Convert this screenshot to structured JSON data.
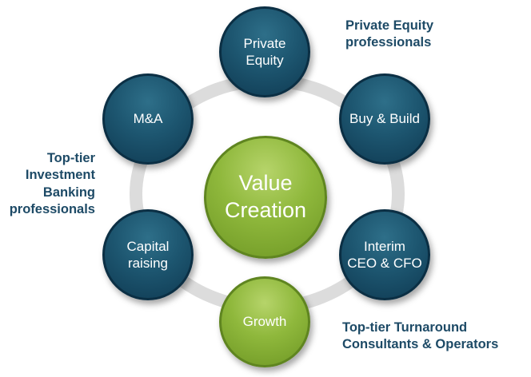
{
  "center": {
    "line1": "Value",
    "line2": "Creation"
  },
  "nodes": {
    "private_equity": {
      "line1": "Private",
      "line2": "Equity"
    },
    "buy_build": {
      "line1": "Buy & Build"
    },
    "interim": {
      "line1": "Interim",
      "line2": "CEO & CFO"
    },
    "growth": {
      "line1": "Growth"
    },
    "capital_raising": {
      "line1": "Capital",
      "line2": "raising"
    },
    "ma": {
      "line1": "M&A"
    }
  },
  "captions": {
    "pe_professionals": {
      "line1": "Private Equity",
      "line2": "professionals"
    },
    "ib_professionals": {
      "line1": "Top-tier",
      "line2": "Investment",
      "line3": "Banking",
      "line4": "professionals"
    },
    "turnaround": {
      "line1": "Top-tier Turnaround",
      "line2": "Consultants & Operators"
    }
  },
  "colors": {
    "node_blue": "#1d5670",
    "node_green": "#8fb83c",
    "ring": "#dcdcdc",
    "caption_text": "#1d4a66"
  }
}
